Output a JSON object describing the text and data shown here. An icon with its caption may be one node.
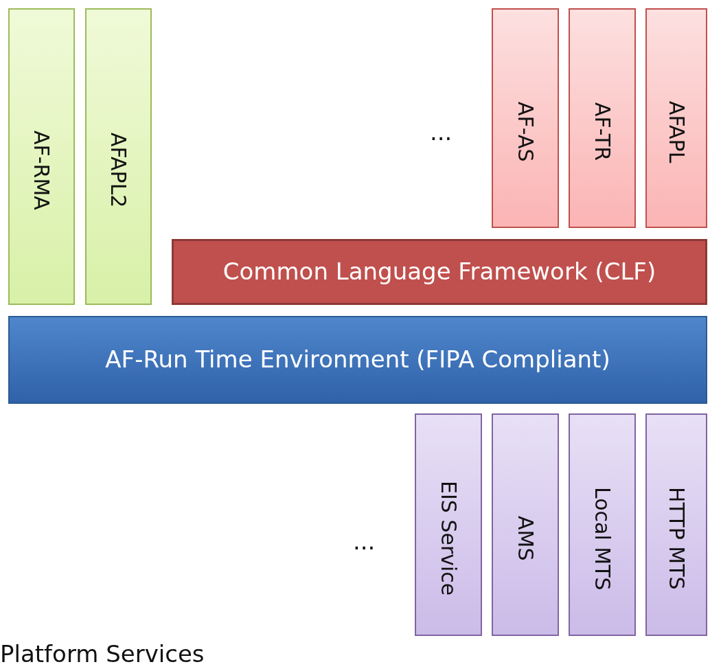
{
  "diagram": {
    "nodes": [
      {
        "text": [
          "AF-RMA"
        ]
      },
      {
        "text": [
          "AFAPL2"
        ]
      },
      {
        "text": [
          "AF-AS"
        ]
      },
      {
        "text": [
          "AF-TR"
        ]
      },
      {
        "text": [
          "AFAPL"
        ]
      },
      {
        "text": [
          "Common Language Framework (CLF)"
        ]
      },
      {
        "text": [
          "AF-Run Time Environment (FIPA Compliant)"
        ]
      },
      {
        "text": [
          "EIS Service"
        ]
      },
      {
        "text": [
          "AMS"
        ]
      },
      {
        "text": [
          "Local MTS"
        ]
      },
      {
        "text": [
          "HTTP MTS"
        ]
      }
    ],
    "labels": [
      "...",
      "...",
      "Platform Services"
    ]
  }
}
